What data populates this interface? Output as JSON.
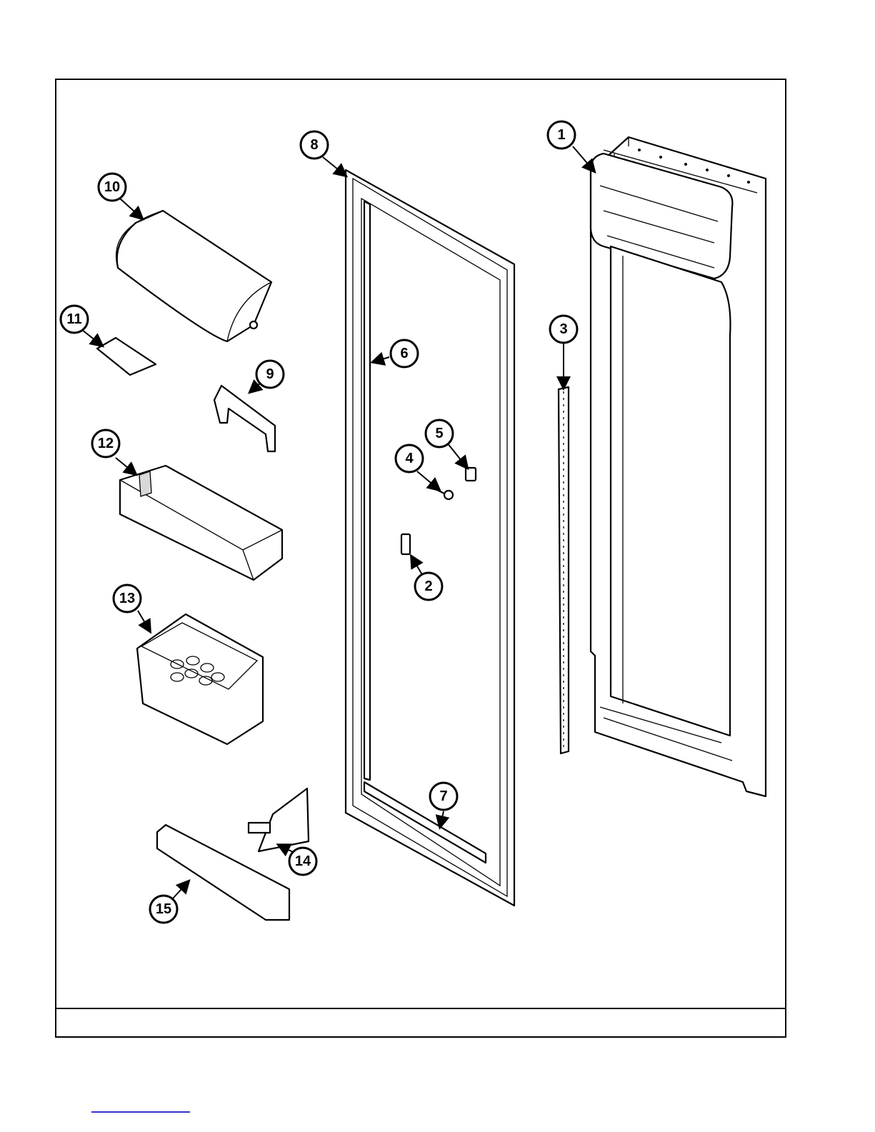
{
  "diagram": {
    "callouts": [
      {
        "id": "1",
        "label": "1"
      },
      {
        "id": "2",
        "label": "2"
      },
      {
        "id": "3",
        "label": "3"
      },
      {
        "id": "4",
        "label": "4"
      },
      {
        "id": "5",
        "label": "5"
      },
      {
        "id": "6",
        "label": "6"
      },
      {
        "id": "7",
        "label": "7"
      },
      {
        "id": "8",
        "label": "8"
      },
      {
        "id": "9",
        "label": "9"
      },
      {
        "id": "10",
        "label": "10"
      },
      {
        "id": "11",
        "label": "11"
      },
      {
        "id": "12",
        "label": "12"
      },
      {
        "id": "13",
        "label": "13"
      },
      {
        "id": "14",
        "label": "14"
      },
      {
        "id": "15",
        "label": "15"
      }
    ]
  },
  "colors": {
    "line": "#000000",
    "background": "#ffffff",
    "link": "#3333cc"
  }
}
